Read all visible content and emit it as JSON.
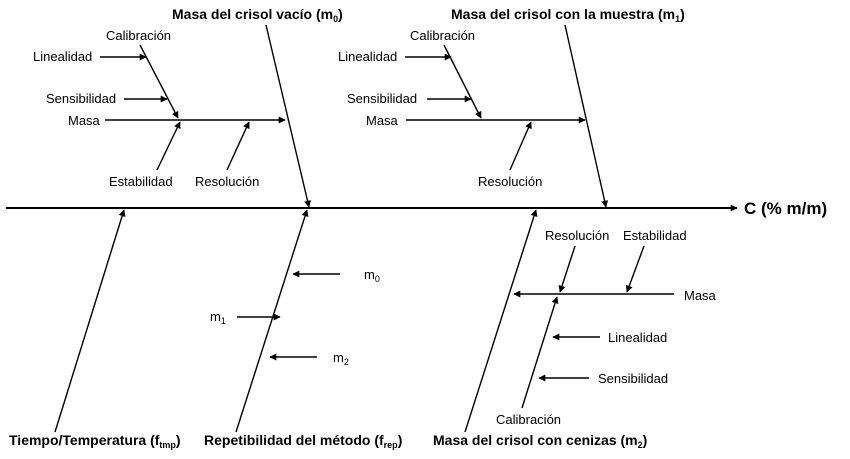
{
  "effect": "C (% m/m)",
  "categories": {
    "m0": {
      "text": "Masa del crisol vacío (m",
      "sub": "0",
      "tail": ")"
    },
    "m1": {
      "text": "Masa del crisol con la muestra (m",
      "sub": "1",
      "tail": ")"
    },
    "tmp": {
      "text": "Tiempo/Temperatura (f",
      "sub": "tmp",
      "tail": ")"
    },
    "rep": {
      "text": "Repetibilidad del método (f",
      "sub": "rep",
      "tail": ")"
    },
    "m2": {
      "text": "Masa del crisol con cenizas (m",
      "sub": "2",
      "tail": ")"
    }
  },
  "branches": {
    "m0": {
      "calibracion": "Calibración",
      "linealidad": "Linealidad",
      "sensibilidad": "Sensibilidad",
      "masa": "Masa",
      "estabilidad": "Estabilidad",
      "resolucion": "Resolución"
    },
    "m1": {
      "calibracion": "Calibración",
      "linealidad": "Linealidad",
      "sensibilidad": "Sensibilidad",
      "masa": "Masa",
      "resolucion": "Resolución"
    },
    "rep": {
      "m0": {
        "text": "m",
        "sub": "0"
      },
      "m1": {
        "text": "m",
        "sub": "1"
      },
      "m2": {
        "text": "m",
        "sub": "2"
      }
    },
    "m2": {
      "resolucion": "Resolución",
      "estabilidad": "Estabilidad",
      "masa": "Masa",
      "linealidad": "Linealidad",
      "sensibilidad": "Sensibilidad",
      "calibracion": "Calibración"
    }
  }
}
